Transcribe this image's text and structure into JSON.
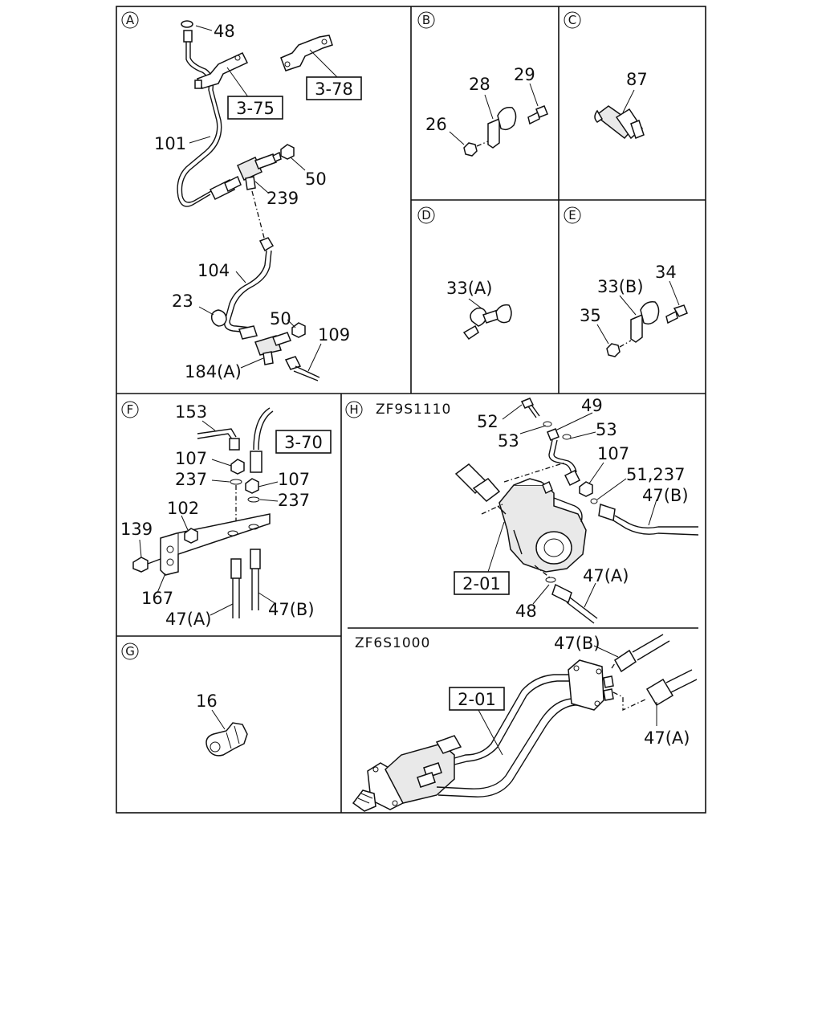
{
  "panels": {
    "a": {
      "letter": "A",
      "labels": {
        "p48": "48",
        "p101": "101",
        "p50a": "50",
        "p239": "239",
        "p104": "104",
        "p23": "23",
        "p50b": "50",
        "p109": "109",
        "p184a": "184(A)"
      },
      "refs": {
        "r375": "3-75",
        "r378": "3-78"
      }
    },
    "b": {
      "letter": "B",
      "labels": {
        "p28": "28",
        "p29": "29",
        "p26": "26"
      }
    },
    "c": {
      "letter": "C",
      "labels": {
        "p87": "87"
      }
    },
    "d": {
      "letter": "D",
      "labels": {
        "p33a": "33(A)"
      }
    },
    "e": {
      "letter": "E",
      "labels": {
        "p33b": "33(B)",
        "p34": "34",
        "p35": "35"
      }
    },
    "f": {
      "letter": "F",
      "labels": {
        "p153": "153",
        "p107a": "107",
        "p237a": "237",
        "p107b": "107",
        "p237b": "237",
        "p102": "102",
        "p139": "139",
        "p167": "167",
        "p47a": "47(A)",
        "p47b": "47(B)"
      },
      "refs": {
        "r370": "3-70"
      }
    },
    "g": {
      "letter": "G",
      "labels": {
        "p16": "16"
      }
    },
    "h": {
      "letter": "H",
      "model": "ZF9S1110",
      "labels": {
        "p49": "49",
        "p52": "52",
        "p53a": "53",
        "p53b": "53",
        "p107": "107",
        "p51_237": "51,237",
        "p47b": "47(B)",
        "p47a": "47(A)",
        "p48": "48"
      },
      "refs": {
        "r201": "2-01"
      }
    },
    "h2": {
      "model": "ZF6S1000",
      "labels": {
        "p47b": "47(B)",
        "p47a": "47(A)"
      },
      "refs": {
        "r201": "2-01"
      }
    }
  }
}
